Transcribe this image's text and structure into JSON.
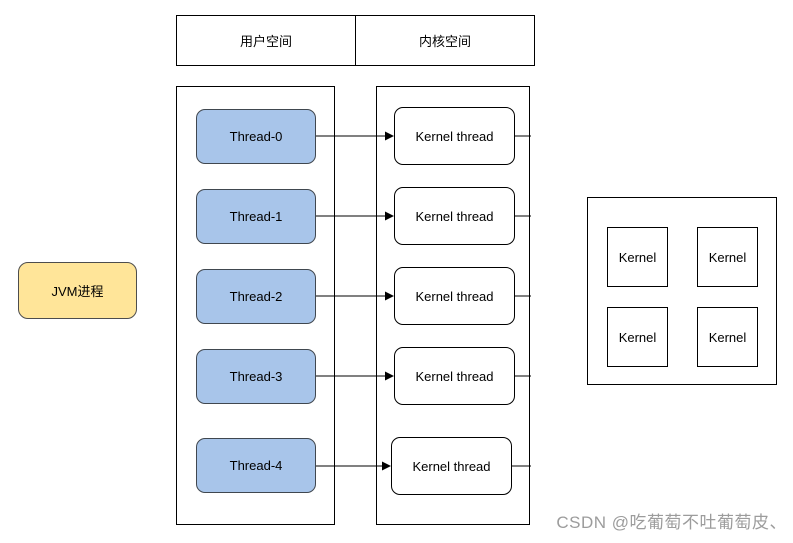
{
  "header": {
    "user_space": "用户空间",
    "kernel_space": "内核空间"
  },
  "jvm": {
    "label": "JVM进程"
  },
  "threads": [
    "Thread-0",
    "Thread-1",
    "Thread-2",
    "Thread-3",
    "Thread-4"
  ],
  "kernel_threads": [
    "Kernel thread",
    "Kernel thread",
    "Kernel thread",
    "Kernel thread",
    "Kernel thread"
  ],
  "kernel_cores": [
    "Kernel",
    "Kernel",
    "Kernel",
    "Kernel"
  ],
  "watermark": "CSDN @吃葡萄不吐葡萄皮、",
  "colors": {
    "thread_fill": "#A8C5EA",
    "jvm_fill": "#FFE599",
    "box_border": "#000000",
    "watermark_text": "#9C9C9C",
    "background": "#FFFFFF"
  }
}
